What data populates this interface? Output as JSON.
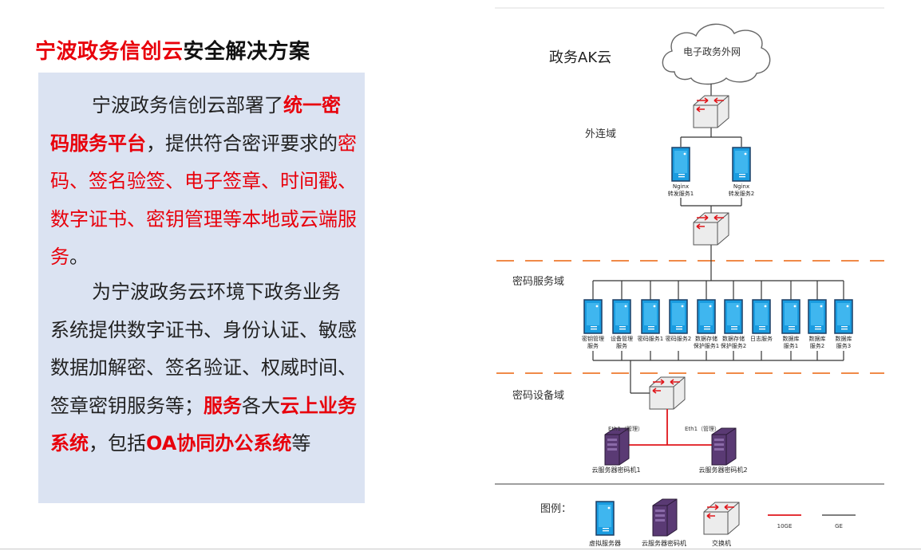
{
  "slide": {
    "title_red": "宁波政务信创云",
    "title_black": "安全解决方案"
  },
  "description": {
    "p1_a": "宁波政务信创云部署了",
    "p1_b": "统一密码服务平台",
    "p1_c": "，提供符合密评要求的",
    "p1_d": "密码、签名验签、电子签章、时间戳、数字证书、密钥管理等本地或云端服务",
    "p1_e": "。",
    "p2_a": "为宁波政务云环境下政务业务系统提供数字证书、身份认证、敏感数据加解密、签名验证、权威时间、签章密钥服务等；",
    "p2_b": "服务",
    "p2_c": "各大",
    "p2_d": "云上业务系统",
    "p2_e": "，包括",
    "p2_f": "OA协同办公系统",
    "p2_g": "等"
  },
  "diagram": {
    "cloud_title": "政务AK云",
    "internet_label": "电子政务外网",
    "zones": {
      "outer": "外连域",
      "crypto_service": "密码服务域",
      "crypto_device": "密码设备域"
    },
    "nginx_servers": [
      "Nginx\n转发服务1",
      "Nginx\n转发服务2"
    ],
    "service_servers": [
      "密钥管理\n服务",
      "设备管理\n服务",
      "密码服务1",
      "密码服务2",
      "数据存储\n保护服务1",
      "数据存储\n保护服务2",
      "日志服务",
      "数据库\n服务1",
      "数据库\n服务2",
      "数据库\n服务3"
    ],
    "eth_labels": [
      "Eth1（管理）",
      "Eth1（管理）"
    ],
    "hsm_servers": [
      "云服务器密码机1",
      "云服务器密码机2"
    ],
    "legend": {
      "title": "图例：",
      "virtual_server": "虚拟服务器",
      "hsm": "云服务器密码机",
      "switch": "交换机",
      "line_10ge": "10GE",
      "line_ge": "GE"
    },
    "colors": {
      "server_blue": "#1a9ce0",
      "hsm_purple": "#5a3a74",
      "red_line": "#e0161b",
      "dash_orange": "#f08a48"
    }
  }
}
